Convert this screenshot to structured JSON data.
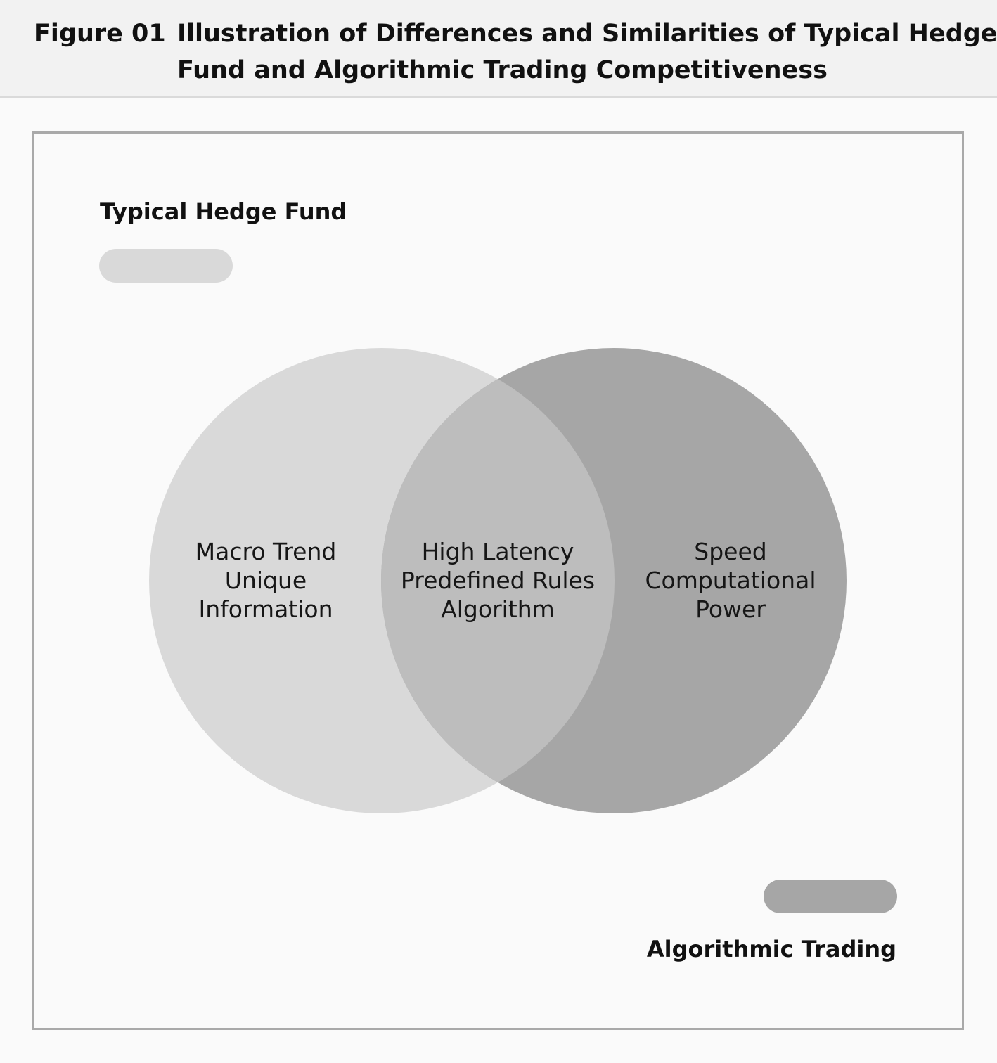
{
  "header": {
    "figure_label": "Figure 01",
    "title_lines": [
      "Illustration of Differences and Similarities of Typical Hedge",
      "Fund and Algorithmic Trading Competitiveness"
    ]
  },
  "legend": {
    "hedge": {
      "label": "Typical Hedge Fund",
      "color": "#d9d9d9"
    },
    "algo": {
      "label": "Algorithmic Trading",
      "color": "#a6a6a6"
    }
  },
  "venn": {
    "left_only": [
      "Macro Trend",
      "Unique",
      "Information"
    ],
    "overlap": [
      "High Latency",
      "Predefined Rules",
      "Algorithm"
    ],
    "right_only": [
      "Speed",
      "Computational",
      "Power"
    ],
    "overlap_color": "#bdbdbd"
  }
}
